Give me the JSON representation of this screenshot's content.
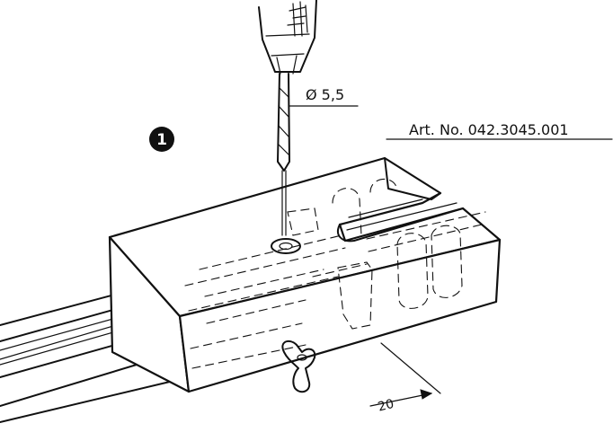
{
  "step_marker": "❶",
  "drill_diameter_label": "Ø 5,5",
  "article_number_label": "Art. No. 042.3045.001",
  "distance_label": "20"
}
